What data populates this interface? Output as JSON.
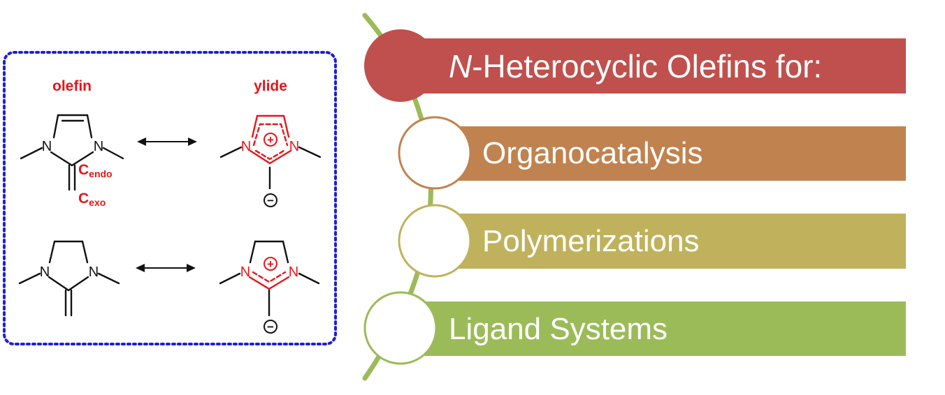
{
  "scheme": {
    "olefin_label": "olefin",
    "ylide_label": "ylide",
    "atoms": {
      "nitrogen": "N",
      "carbon": "C",
      "endo_subscript": "endo",
      "exo_subscript": "exo",
      "plus_charge": "+",
      "minus_charge": "−"
    }
  },
  "timeline": {
    "title_italic": "N",
    "title_rest": "-Heterocyclic Olefins for:",
    "items": [
      {
        "label": "Organocatalysis"
      },
      {
        "label": "Polymerizations"
      },
      {
        "label": "Ligand Systems"
      }
    ]
  },
  "colors": {
    "frame_border": "#1f1fd6",
    "highlight_red": "#e8141a",
    "title_bar": "#c0504d",
    "organocatalysis_bar": "#c0834f",
    "polymerizations_bar": "#c0b25d",
    "ligand_bar": "#9bbb59",
    "timeline_line": "#9bbb59"
  }
}
